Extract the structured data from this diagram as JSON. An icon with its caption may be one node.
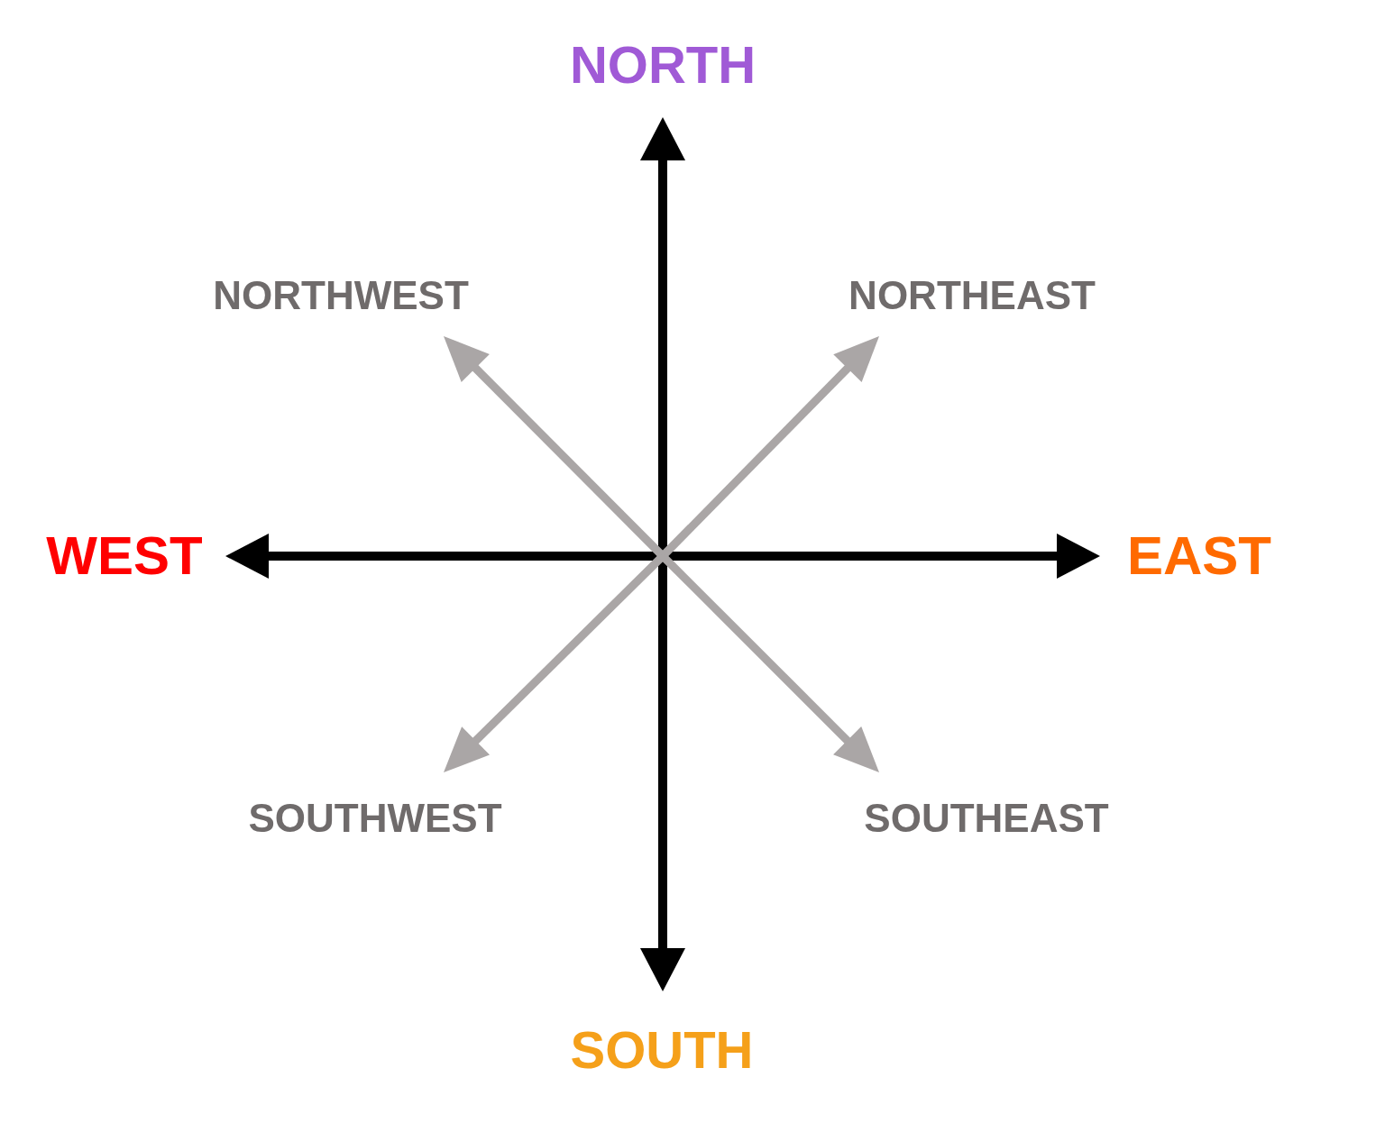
{
  "diagram": {
    "labels": [
      "NORTH",
      "NORTHWEST",
      "NORTHEAST",
      "WEST",
      "EAST",
      "SOUTHWEST",
      "SOUTHEAST",
      "SOUTH"
    ]
  }
}
